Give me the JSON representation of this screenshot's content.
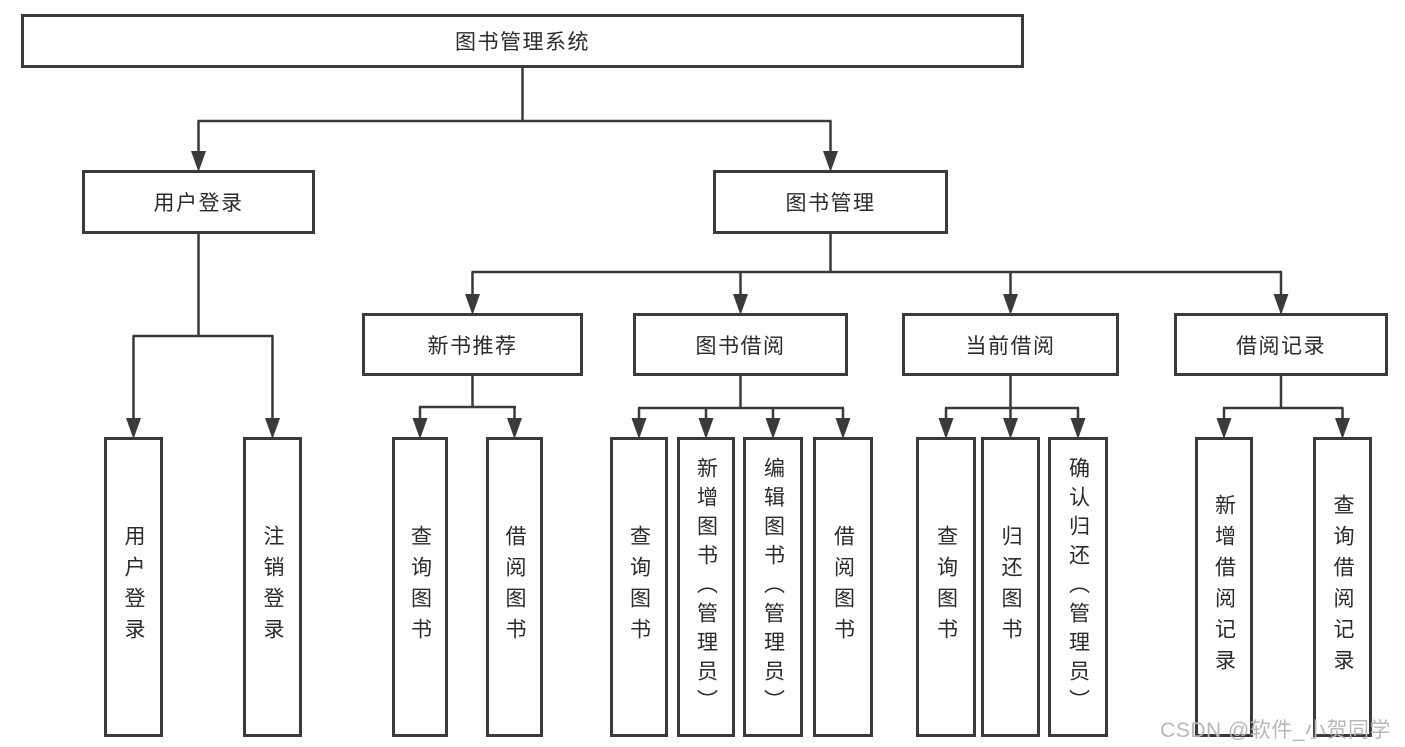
{
  "colors": {
    "line": "#3a3a3a",
    "box_border": "#3a3a3a",
    "box_fill": "#ffffff",
    "text": "#2b2b2b",
    "watermark": "#b7b7b7",
    "background": "#ffffff"
  },
  "watermark": {
    "text": "CSDN @软件_小贺同学"
  },
  "diagram": {
    "root": {
      "label": "图书管理系统"
    },
    "user_login": {
      "label": "用户登录",
      "children": {
        "login": {
          "label": "用户登录"
        },
        "logout": {
          "label": "注销登录"
        }
      }
    },
    "book_mgmt": {
      "label": "图书管理",
      "children": {
        "new_book_rec": {
          "label": "新书推荐",
          "children": {
            "query": {
              "label": "查询图书"
            },
            "borrow": {
              "label": "借阅图书"
            }
          }
        },
        "book_borrow": {
          "label": "图书借阅",
          "children": {
            "query": {
              "label": "查询图书"
            },
            "add": {
              "label": "新增图书（管理员）"
            },
            "edit": {
              "label": "编辑图书（管理员）"
            },
            "borrow": {
              "label": "借阅图书"
            }
          }
        },
        "current_borrow": {
          "label": "当前借阅",
          "children": {
            "query": {
              "label": "查询图书"
            },
            "return": {
              "label": "归还图书"
            },
            "confirm": {
              "label": "确认归还（管理员）"
            }
          }
        },
        "borrow_records": {
          "label": "借阅记录",
          "children": {
            "add": {
              "label": "新增借阅记录"
            },
            "query": {
              "label": "查询借阅记录"
            }
          }
        }
      }
    }
  }
}
